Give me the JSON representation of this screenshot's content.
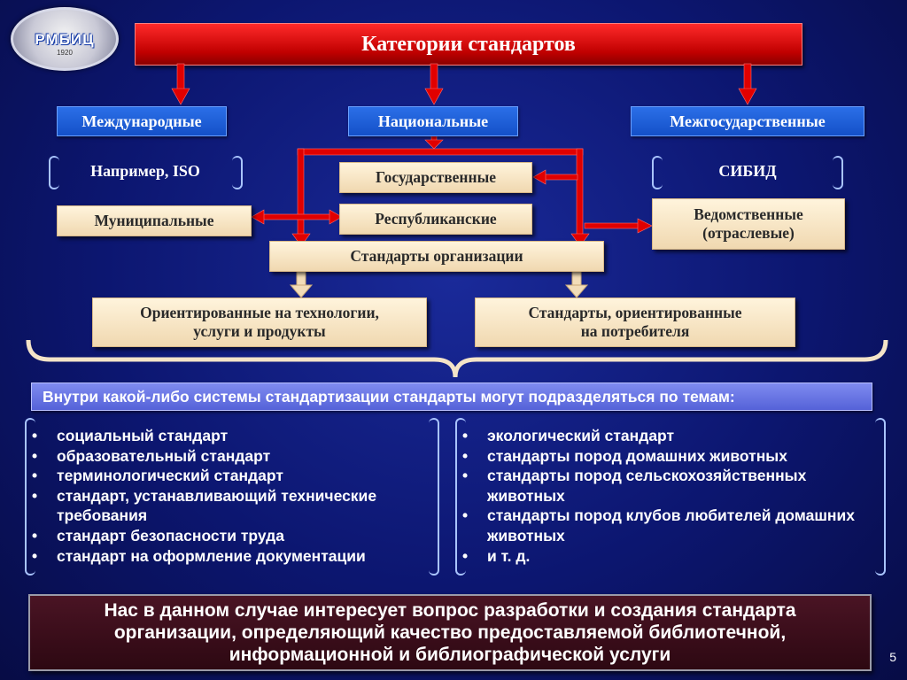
{
  "logo": {
    "text": "РМБИЦ",
    "year": "1920"
  },
  "title": "Категории стандартов",
  "top_categories": {
    "international": "Международные",
    "national": "Национальные",
    "interstate": "Межгосударственные"
  },
  "example_iso": "Например, ISO",
  "sibid": "СИБИД",
  "boxes": {
    "state": "Государственные",
    "republican": "Республиканские",
    "municipal": "Муниципальные",
    "departmental_1": "Ведомственные",
    "departmental_2": "(отраслевые)",
    "organization": "Стандарты организации",
    "tech_1": "Ориентированные на технологии,",
    "tech_2": "услуги и продукты",
    "consumer_1": "Стандарты, ориентированные",
    "consumer_2": "на потребителя"
  },
  "theme_header": "Внутри какой-либо системы стандартизации стандарты могут подразделяться по темам:",
  "left_list": [
    "социальный стандарт",
    "образовательный стандарт",
    "терминологический стандарт",
    "стандарт, устанавливающий технические требования",
    "стандарт безопасности труда",
    "стандарт на оформление документации"
  ],
  "right_list": [
    "экологический стандарт",
    "стандарты пород домашних животных",
    "стандарты пород сельскохозяйственных животных",
    "стандарты пород клубов любителей домашних животных",
    "и т. д."
  ],
  "bottom_text": "Нас в данном случае интересует вопрос разработки и создания стандарта организации, определяющий качество предоставляемой библиотечной, информационной и библиографической услуги",
  "page_number": "5",
  "colors": {
    "red": "#e00000",
    "blue": "#1d5ee0",
    "beige": "#f6e4c2",
    "theme": "#6b76e6"
  }
}
